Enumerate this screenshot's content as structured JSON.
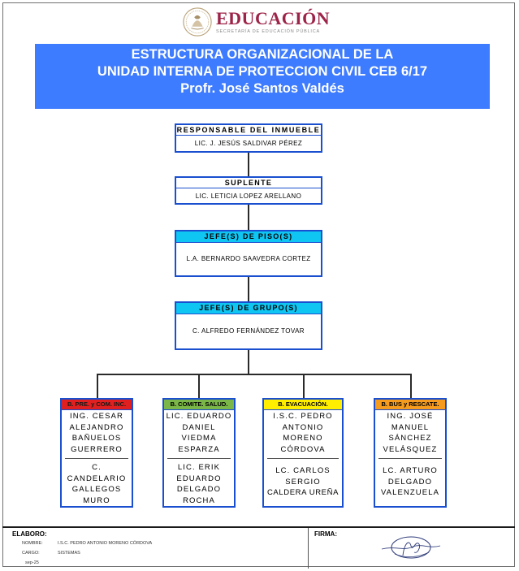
{
  "header": {
    "logo_main": "EDUCACIÓN",
    "logo_sub": "SECRETARÍA DE EDUCACIÓN PÚBLICA",
    "seal_icon": "eagle-seal-icon"
  },
  "title": {
    "line1": "ESTRUCTURA ORGANIZACIONAL DE LA",
    "line2": "UNIDAD INTERNA DE PROTECCION CIVIL CEB 6/17",
    "line3": "Profr. José Santos Valdés"
  },
  "colors": {
    "banner": "#3d7bff",
    "cyan_header": "#0fc6f2",
    "brigade_red": "#e02020",
    "brigade_green": "#7ab648",
    "brigade_yellow": "#ffee00",
    "brigade_orange": "#f59b1e"
  },
  "chart": {
    "responsable": {
      "role": "RESPONSABLE DEL INMUEBLE",
      "name": "LIC. J. JESÚS SALDIVAR PÉREZ"
    },
    "suplente": {
      "role": "SUPLENTE",
      "name": "LIC. LETICIA LOPEZ ARELLANO"
    },
    "jefe_piso": {
      "role": "JEFE(S) DE PISO(S)",
      "name": "L.A. BERNARDO SAAVEDRA CORTEZ"
    },
    "jefe_grupo": {
      "role": "JEFE(S) DE GRUPO(S)",
      "name": "C. ALFREDO FERNÁNDEZ TOVAR"
    },
    "brigades": [
      {
        "label": "B. PRE. y COM. INC.",
        "member1": [
          "ING. CESAR",
          "ALEJANDRO",
          "BAÑUELOS",
          "GUERRERO"
        ],
        "member2": [
          "C.",
          "CANDELARIO",
          "GALLEGOS",
          "MURO"
        ]
      },
      {
        "label": "B. COMITE. SALUD.",
        "member1": [
          "LIC. EDUARDO",
          "DANIEL",
          "VIEDMA",
          "ESPARZA"
        ],
        "member2": [
          "LIC. ERIK",
          "EDUARDO",
          "DELGADO",
          "ROCHA"
        ]
      },
      {
        "label": "B. EVACUACIÓN.",
        "member1": [
          "I.S.C. PEDRO",
          "ANTONIO",
          "MORENO",
          "CÓRDOVA"
        ],
        "member2": [
          "LC. CARLOS",
          "SERGIO",
          "CALDERA UREÑA"
        ]
      },
      {
        "label": "B. BUS y RESCATE.",
        "member1": [
          "ING. JOSÉ",
          "MANUEL",
          "SÁNCHEZ",
          "VELÁSQUEZ"
        ],
        "member2": [
          "LC. ARTURO",
          "DELGADO",
          "VALENZUELA"
        ]
      }
    ]
  },
  "footer": {
    "elaboro_label": "ELABORO:",
    "firma_label": "FIRMA:",
    "nombre_label": "NOMBRE:",
    "nombre_value": "I.S.C. PEDRO ANTONIO MORENO CÓRDOVA",
    "cargo_label": "CARGO:",
    "cargo_value": "SISTEMAS",
    "date": "sep-25",
    "signature_icon": "handwritten-signature"
  }
}
